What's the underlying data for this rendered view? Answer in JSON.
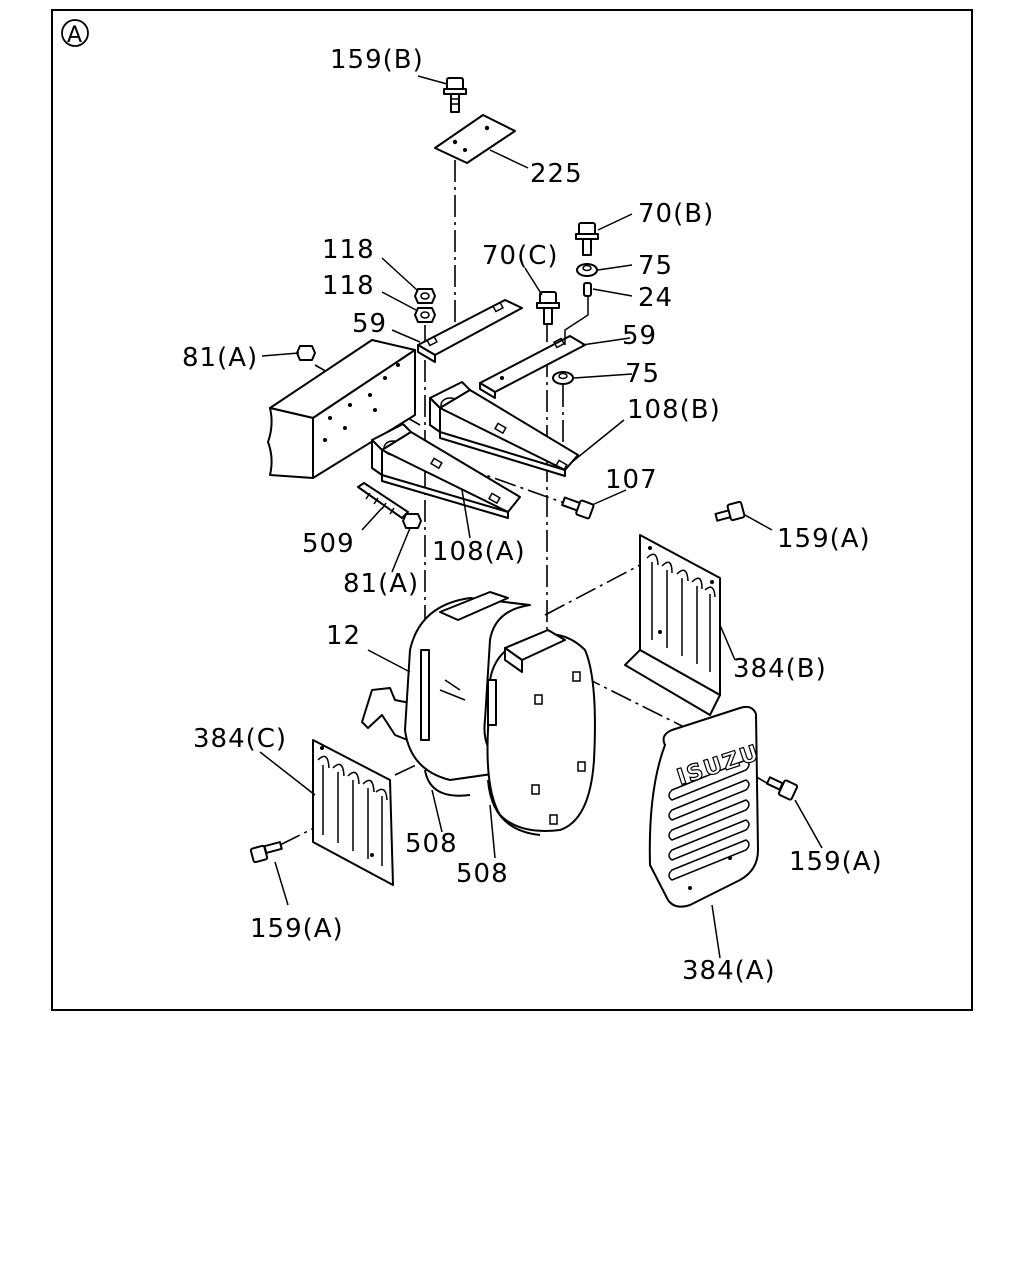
{
  "view_marker": "A",
  "brand_logo": "ISUZU",
  "labels": {
    "l159b": "159(B)",
    "l225": "225",
    "l70b": "70(B)",
    "l70c": "70(C)",
    "l75a": "75",
    "l24": "24",
    "l118a": "118",
    "l118b": "118",
    "l59a": "59",
    "l59b": "59",
    "l81a_top": "81(A)",
    "l75b": "75",
    "l108b": "108(B)",
    "l107": "107",
    "l509": "509",
    "l108a": "108(A)",
    "l81a_bot": "81(A)",
    "l159a_right": "159(A)",
    "l12": "12",
    "l384b": "384(B)",
    "l384c": "384(C)",
    "l508a": "508",
    "l508b": "508",
    "l159a_mid": "159(A)",
    "l159a_left": "159(A)",
    "l384a": "384(A)"
  }
}
